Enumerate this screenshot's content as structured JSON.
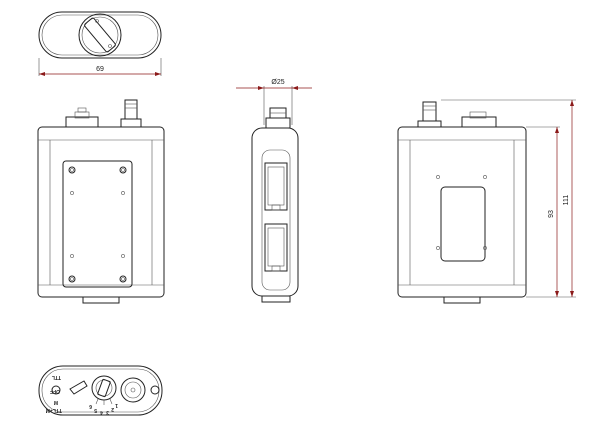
{
  "dimensions": {
    "top_width": "69",
    "diameter": "Ø25",
    "inner_height": "93",
    "total_height": "111"
  },
  "switch_labels": {
    "ttl": "TTL",
    "off": "OFF",
    "m": "M",
    "ttl_m": "TTL+M"
  },
  "dial_numbers": [
    "1",
    "2",
    "3",
    "4",
    "5",
    "6"
  ],
  "colors": {
    "line": "#222222",
    "dimension": "#8b1a1a"
  }
}
